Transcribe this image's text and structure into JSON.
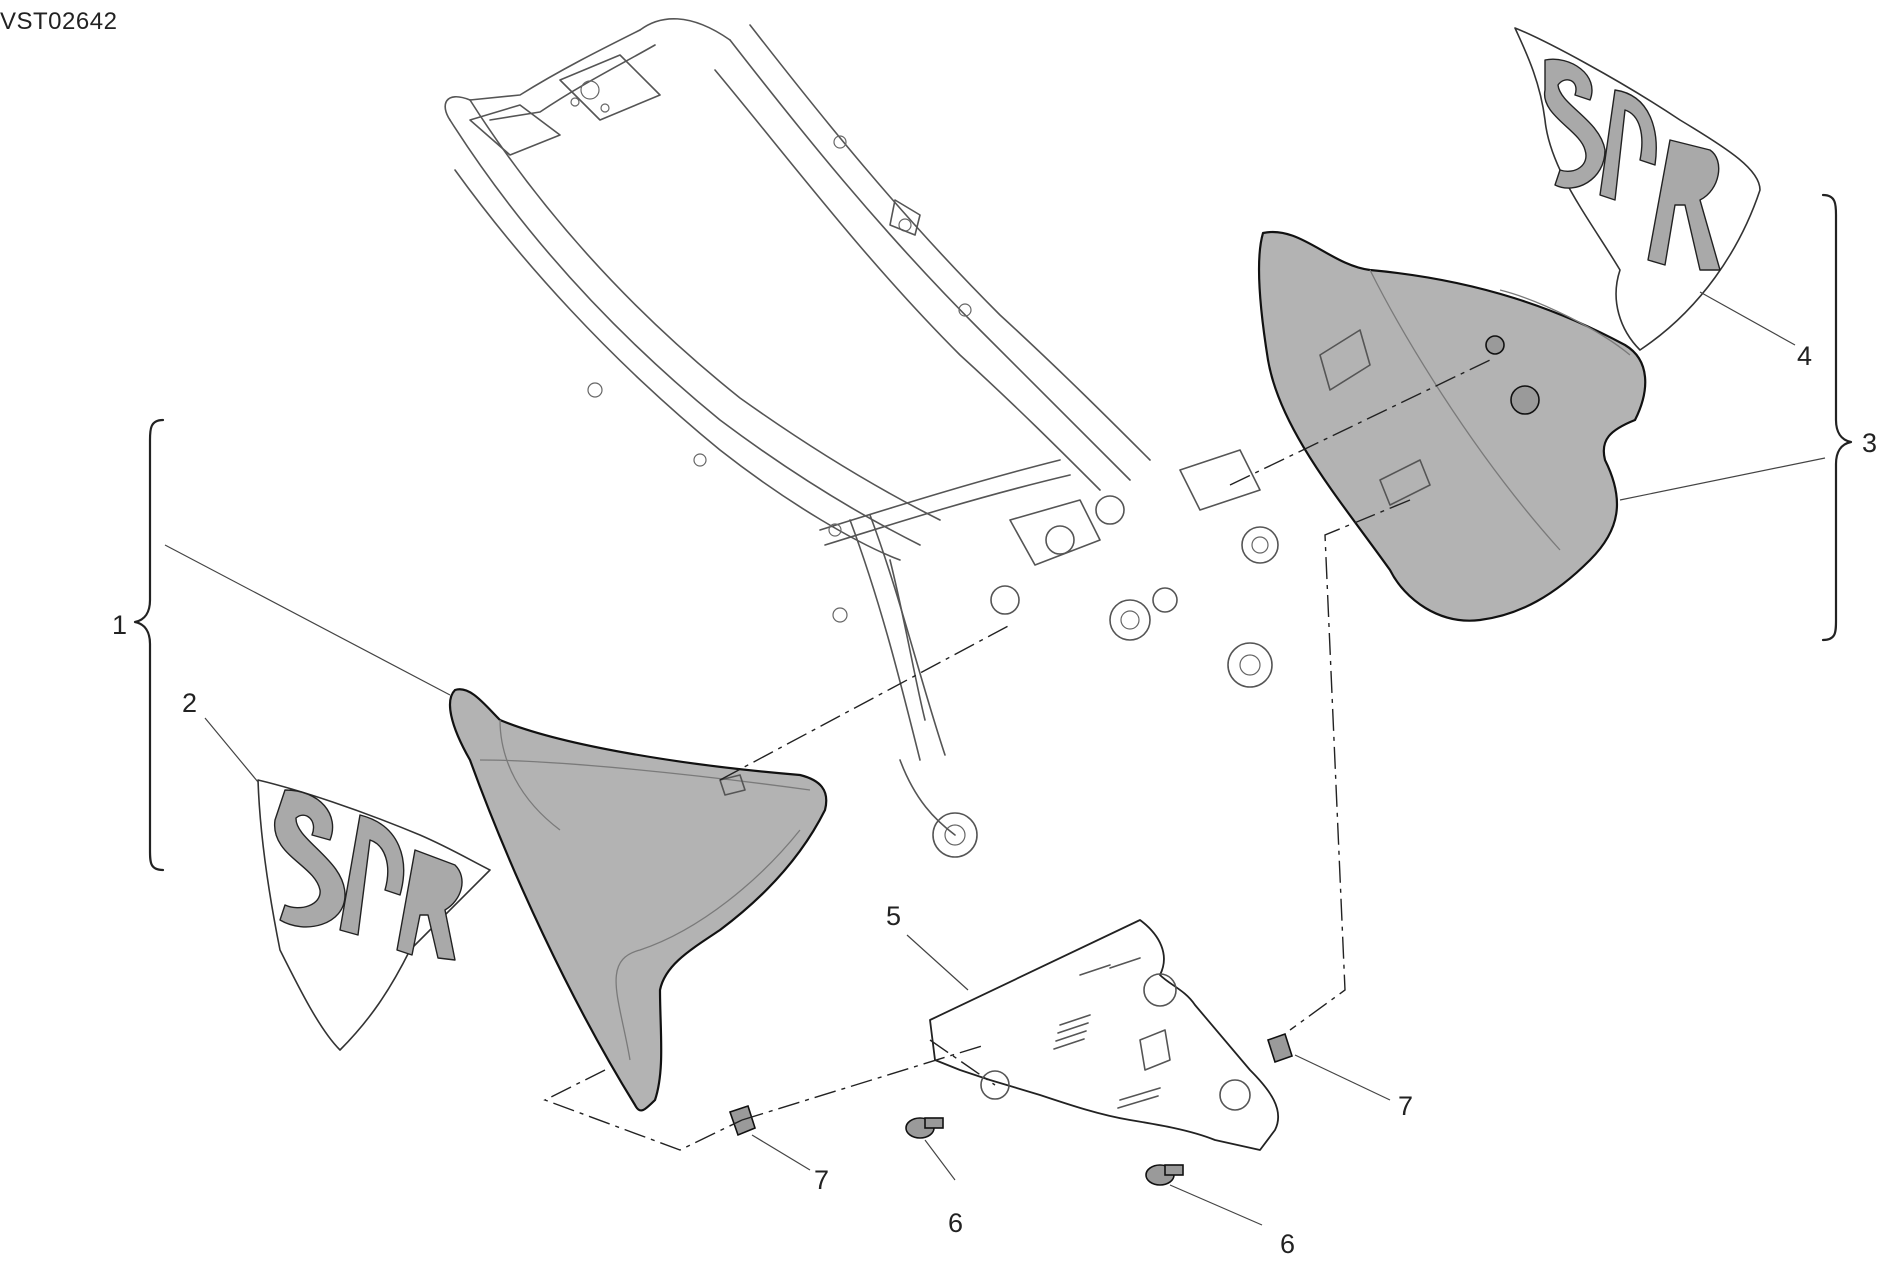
{
  "diagram": {
    "code": "VST02642",
    "callouts": [
      {
        "id": "1",
        "label": "1"
      },
      {
        "id": "2",
        "label": "2"
      },
      {
        "id": "3",
        "label": "3"
      },
      {
        "id": "4",
        "label": "4"
      },
      {
        "id": "5",
        "label": "5"
      },
      {
        "id": "6a",
        "label": "6"
      },
      {
        "id": "6b",
        "label": "6"
      },
      {
        "id": "7a",
        "label": "7"
      },
      {
        "id": "7b",
        "label": "7"
      }
    ]
  }
}
